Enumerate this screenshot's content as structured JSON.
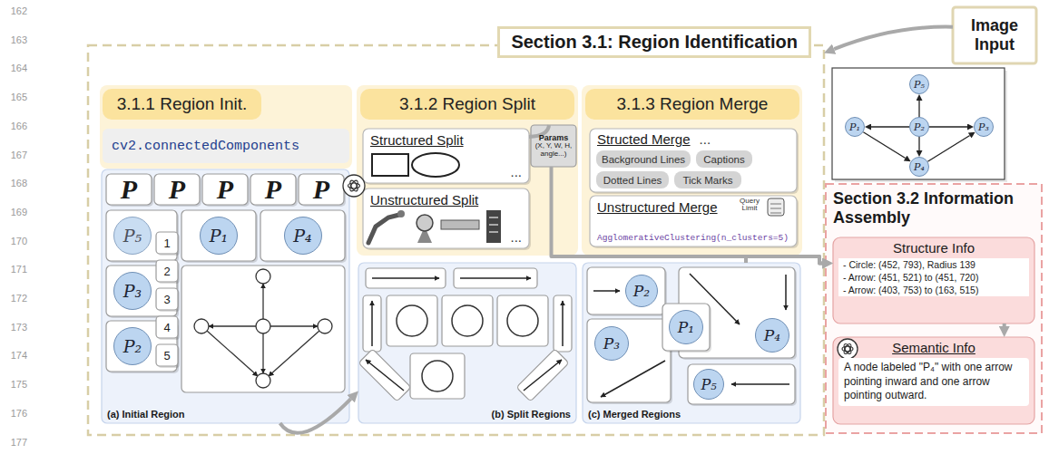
{
  "diagram": {
    "nodes": [
      {
        "text": [
          "Section 3.1: Region Identification"
        ]
      },
      {
        "text": [
          "3.1.1 Region Init."
        ],
        "in": 0
      },
      {
        "text": [
          "cv2.connectedComponents"
        ],
        "in": 0
      },
      {
        "text": [
          "3.1.2 Region Split"
        ],
        "in": 0
      },
      {
        "text": [
          "Structured Split",
          "..."
        ],
        "in": 0
      },
      {
        "text": [
          "Unstructured Split",
          "..."
        ],
        "in": 0
      },
      {
        "text": [
          "Params",
          "(X, Y, W, H, angle...)"
        ],
        "in": 0
      },
      {
        "text": [
          "3.1.3 Region Merge"
        ],
        "in": 0
      },
      {
        "text": [
          "Structed Merge",
          "..."
        ],
        "in": 0
      },
      {
        "text": [
          "Background Lines"
        ],
        "in": 8
      },
      {
        "text": [
          "Captions"
        ],
        "in": 8
      },
      {
        "text": [
          "Dotted Lines"
        ],
        "in": 8
      },
      {
        "text": [
          "Tick Marks"
        ],
        "in": 8
      },
      {
        "text": [
          "Unstructured Merge",
          "AgglomerativeClustering(n_clusters=5)"
        ],
        "in": 0
      },
      {
        "text": [
          "(a) Initial Region"
        ],
        "in": 0
      },
      {
        "text": [
          "P"
        ],
        "in": 14
      },
      {
        "text": [
          "P"
        ],
        "in": 14
      },
      {
        "text": [
          "P"
        ],
        "in": 14
      },
      {
        "text": [
          "P"
        ],
        "in": 14
      },
      {
        "text": [
          "P"
        ],
        "in": 14
      },
      {
        "text": [
          "P₅"
        ],
        "in": 14
      },
      {
        "text": [
          "P₁"
        ],
        "in": 14
      },
      {
        "text": [
          "P₄"
        ],
        "in": 14
      },
      {
        "text": [
          "P₃"
        ],
        "in": 14
      },
      {
        "text": [
          "P₂"
        ],
        "in": 14
      },
      {
        "text": [
          "1"
        ],
        "in": 14
      },
      {
        "text": [
          "2"
        ],
        "in": 14
      },
      {
        "text": [
          "3"
        ],
        "in": 14
      },
      {
        "text": [
          "4"
        ],
        "in": 14
      },
      {
        "text": [
          "5"
        ],
        "in": 14
      },
      {
        "text": [
          "(b) Split Regions"
        ],
        "in": 0
      },
      {
        "text": [
          "(c) Merged Regions"
        ],
        "in": 0
      },
      {
        "text": [
          "P₂"
        ],
        "in": 31
      },
      {
        "text": [
          "P₃"
        ],
        "in": 31
      },
      {
        "text": [
          "P₄"
        ],
        "in": 31
      },
      {
        "text": [
          "P₅"
        ],
        "in": 31
      },
      {
        "text": [
          "P₁"
        ],
        "in": 31
      },
      {
        "text": [
          "Image Input"
        ]
      },
      {
        "text": [
          "P₅"
        ]
      },
      {
        "text": [
          "P₁"
        ]
      },
      {
        "text": [
          "P₂"
        ]
      },
      {
        "text": [
          "P₃"
        ]
      },
      {
        "text": [
          "P₄"
        ]
      },
      {
        "text": [
          "Section 3.2 Information Assembly"
        ]
      },
      {
        "text": [
          "Structure Info",
          "- Circle: (452, 793), Radius 139",
          "- Arrow: (451, 521) to (451, 720)",
          "- Arrow: (403, 753) to (163, 515)"
        ],
        "in": 43
      },
      {
        "text": [
          "Semantic Info",
          "A node labeled \"P₄\" with one arrow pointing inward and one arrow pointing outward."
        ],
        "in": 43
      }
    ],
    "edges": [
      {
        "from": 37,
        "to": 0,
        "arrow": "to"
      },
      {
        "from": 14,
        "to": 30,
        "arrow": "to"
      },
      {
        "from": 4,
        "to": 6,
        "arrow": "none"
      },
      {
        "from": 6,
        "to": 44,
        "arrow": "to"
      },
      {
        "from": 31,
        "to": 44,
        "arrow": "to"
      },
      {
        "from": 44,
        "to": 45,
        "arrow": "to"
      },
      {
        "from": 40,
        "to": 38,
        "arrow": "to"
      },
      {
        "from": 40,
        "to": 39,
        "arrow": "to"
      },
      {
        "from": 40,
        "to": 41,
        "arrow": "to"
      },
      {
        "from": 40,
        "to": 42,
        "arrow": "to"
      },
      {
        "from": 39,
        "to": 42,
        "arrow": "to"
      },
      {
        "from": 42,
        "to": 41,
        "arrow": "to"
      }
    ],
    "labels": [
      "162",
      "163",
      "164",
      "165",
      "166",
      "167",
      "168",
      "169",
      "170",
      "171",
      "172",
      "173",
      "174",
      "175",
      "176",
      "177",
      "Query Limit"
    ]
  }
}
